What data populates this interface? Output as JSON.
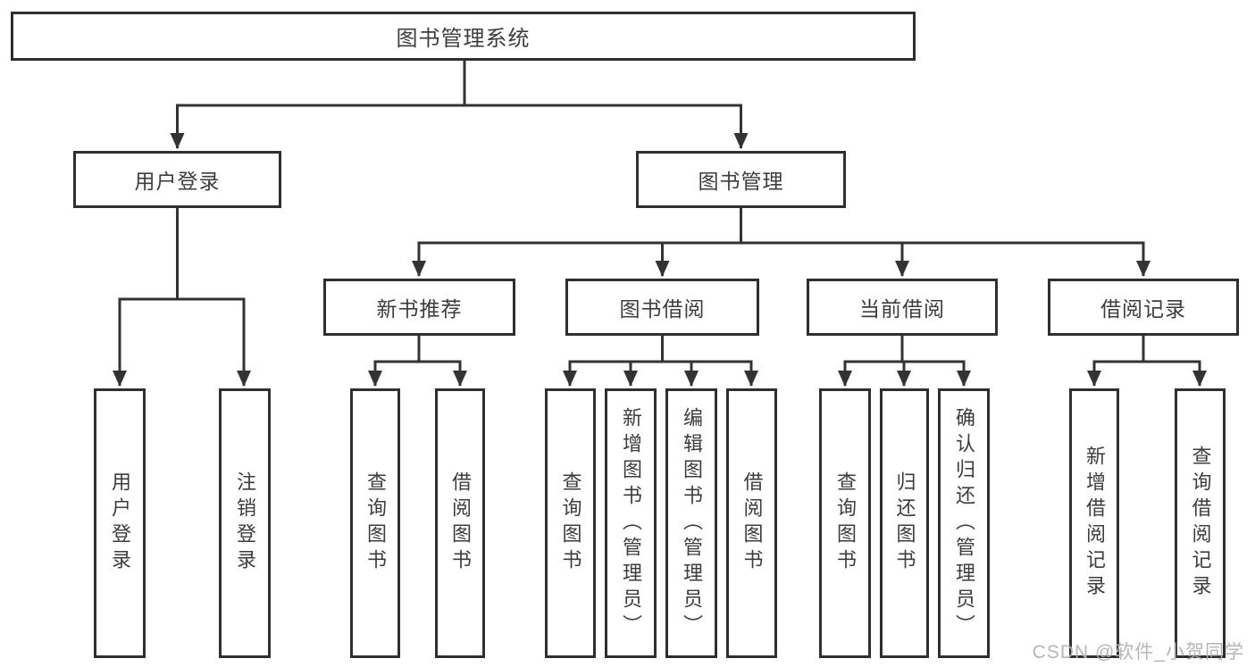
{
  "diagram": {
    "title": "图书管理系统",
    "tree": {
      "root_label": "图书管理系统",
      "children": [
        {
          "label": "用户登录",
          "children": [
            {
              "label": "用户登录"
            },
            {
              "label": "注销登录"
            }
          ]
        },
        {
          "label": "图书管理",
          "children": [
            {
              "label": "新书推荐",
              "children": [
                {
                  "label": "查询图书"
                },
                {
                  "label": "借阅图书"
                }
              ]
            },
            {
              "label": "图书借阅",
              "children": [
                {
                  "label": "查询图书"
                },
                {
                  "label": "新增图书（管理员）"
                },
                {
                  "label": "编辑图书（管理员）"
                },
                {
                  "label": "借阅图书"
                }
              ]
            },
            {
              "label": "当前借阅",
              "children": [
                {
                  "label": "查询图书"
                },
                {
                  "label": "归还图书"
                },
                {
                  "label": "确认归还（管理员）"
                }
              ]
            },
            {
              "label": "借阅记录",
              "children": [
                {
                  "label": "新增借阅记录"
                },
                {
                  "label": "查询借阅记录"
                }
              ]
            }
          ]
        }
      ]
    },
    "colors": {
      "line": "#333333",
      "box_border": "#2f2f2f",
      "box_background": "#ffffff",
      "text": "#3d3d3d",
      "watermark": "#b2b2b2"
    }
  },
  "watermark": {
    "text": "CSDN @软件_小贺同学"
  }
}
